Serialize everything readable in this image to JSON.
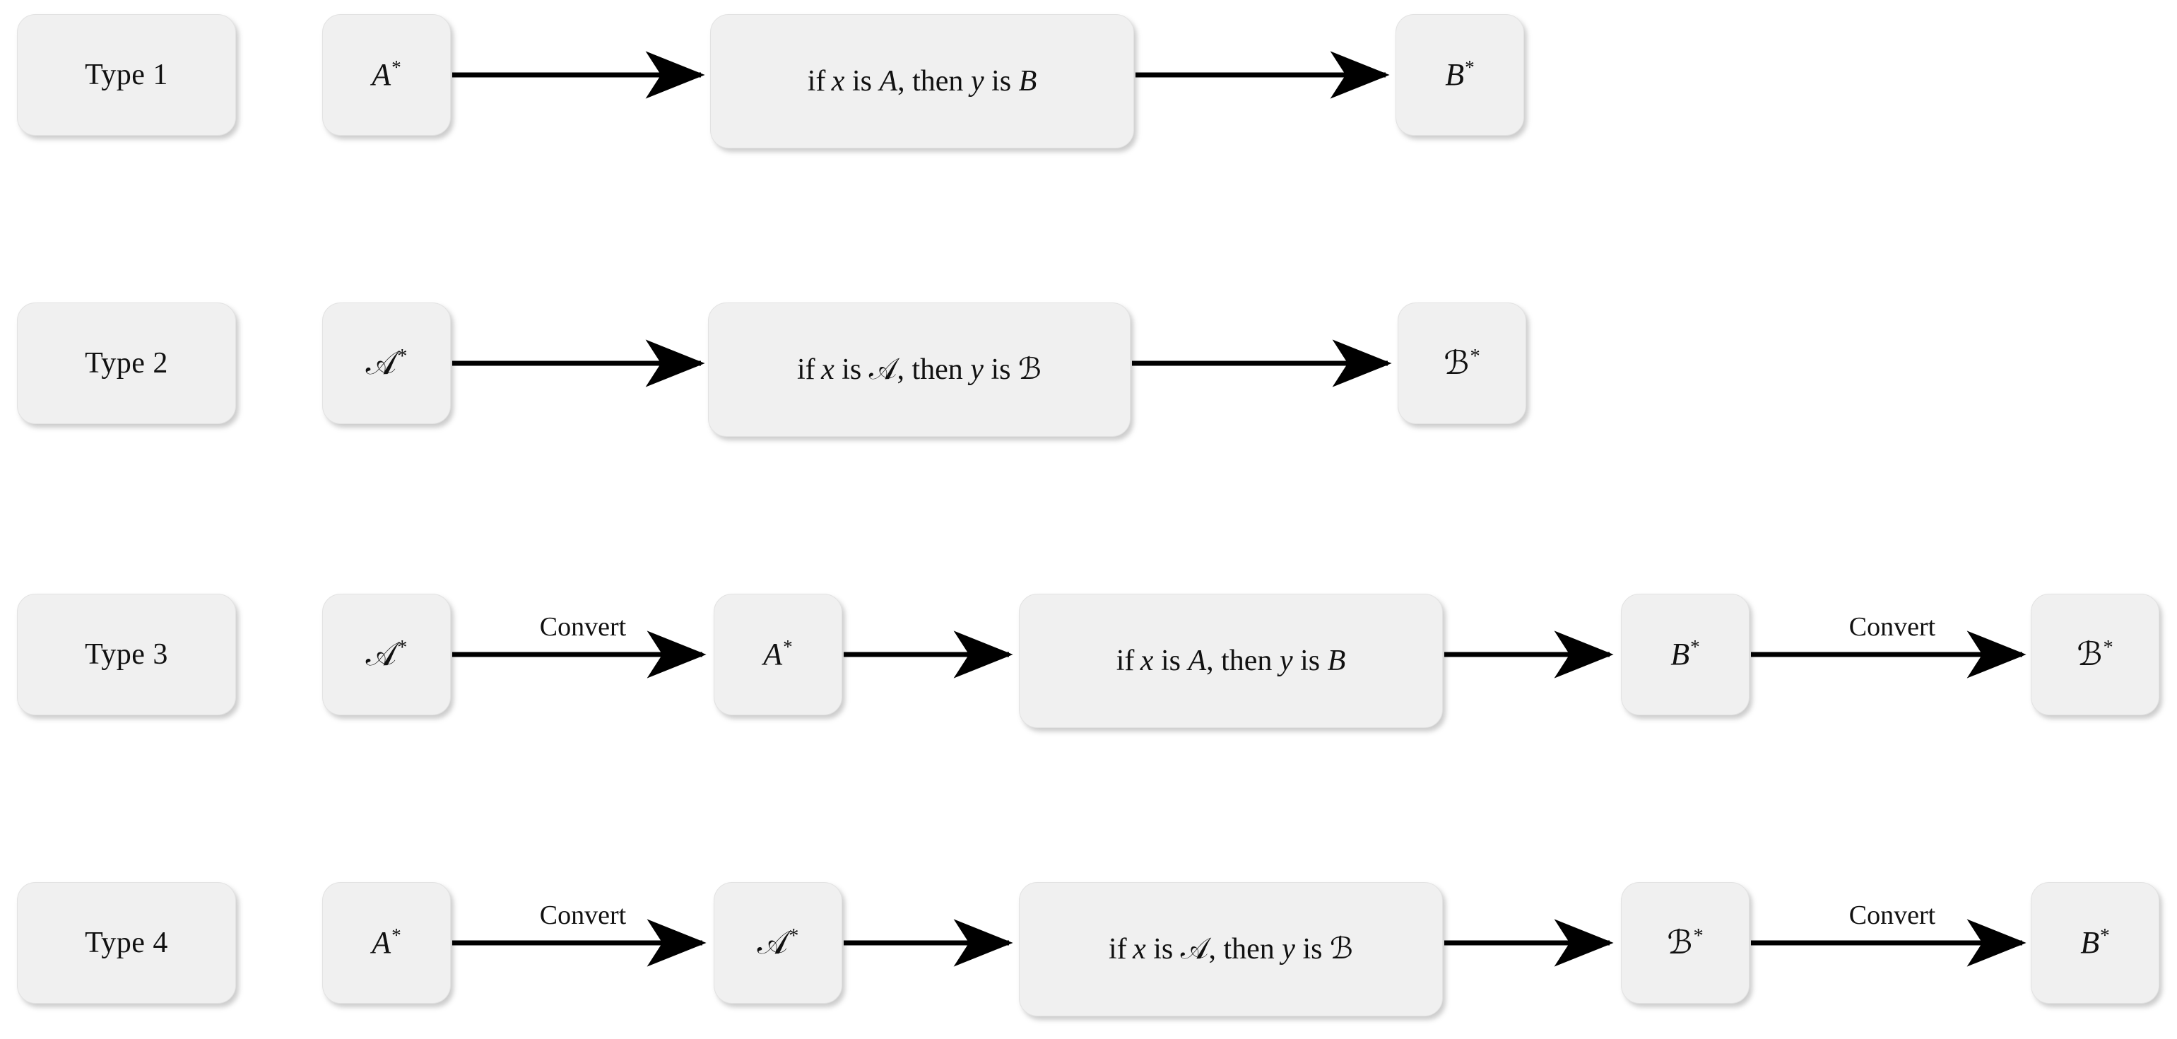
{
  "figure": {
    "background_color": "#ffffff",
    "node_fill_color": "#f0f0f0",
    "node_border_color": "#e2e2e2",
    "arrow_color": "#000000",
    "text_color": "#111111"
  },
  "edge_label_text": "Convert",
  "rows": [
    {
      "type_label": "Type 1",
      "nodes": [
        {
          "id": "r1-antecedent",
          "text": "A*",
          "style": "italic"
        },
        {
          "id": "r1-rule",
          "text": "if x is A, then y is B",
          "style": "rule-italic"
        },
        {
          "id": "r1-consequent",
          "text": "B*",
          "style": "italic"
        }
      ],
      "edges": [
        {
          "from": "r1-antecedent",
          "to": "r1-rule",
          "label": ""
        },
        {
          "from": "r1-rule",
          "to": "r1-consequent",
          "label": ""
        }
      ]
    },
    {
      "type_label": "Type 2",
      "nodes": [
        {
          "id": "r2-antecedent",
          "text": "𝒜*",
          "style": "script"
        },
        {
          "id": "r2-rule",
          "text": "if x is 𝒜, then y is ℬ",
          "style": "rule-script"
        },
        {
          "id": "r2-consequent",
          "text": "ℬ*",
          "style": "script"
        }
      ],
      "edges": [
        {
          "from": "r2-antecedent",
          "to": "r2-rule",
          "label": ""
        },
        {
          "from": "r2-rule",
          "to": "r2-consequent",
          "label": ""
        }
      ]
    },
    {
      "type_label": "Type 3",
      "nodes": [
        {
          "id": "r3-antecedent-script",
          "text": "𝒜*",
          "style": "script"
        },
        {
          "id": "r3-antecedent-italic",
          "text": "A*",
          "style": "italic"
        },
        {
          "id": "r3-rule",
          "text": "if x is A, then y is B",
          "style": "rule-italic"
        },
        {
          "id": "r3-consequent-italic",
          "text": "B*",
          "style": "italic"
        },
        {
          "id": "r3-consequent-script",
          "text": "ℬ*",
          "style": "script"
        }
      ],
      "edges": [
        {
          "from": "r3-antecedent-script",
          "to": "r3-antecedent-italic",
          "label": "Convert"
        },
        {
          "from": "r3-antecedent-italic",
          "to": "r3-rule",
          "label": ""
        },
        {
          "from": "r3-rule",
          "to": "r3-consequent-italic",
          "label": ""
        },
        {
          "from": "r3-consequent-italic",
          "to": "r3-consequent-script",
          "label": "Convert"
        }
      ]
    },
    {
      "type_label": "Type 4",
      "nodes": [
        {
          "id": "r4-antecedent-italic",
          "text": "A*",
          "style": "italic"
        },
        {
          "id": "r4-antecedent-script",
          "text": "𝒜*",
          "style": "script"
        },
        {
          "id": "r4-rule",
          "text": "if x is 𝒜, then y is ℬ",
          "style": "rule-script"
        },
        {
          "id": "r4-consequent-script",
          "text": "ℬ*",
          "style": "script"
        },
        {
          "id": "r4-consequent-italic",
          "text": "B*",
          "style": "italic"
        }
      ],
      "edges": [
        {
          "from": "r4-antecedent-italic",
          "to": "r4-antecedent-script",
          "label": "Convert"
        },
        {
          "from": "r4-antecedent-script",
          "to": "r4-rule",
          "label": ""
        },
        {
          "from": "r4-rule",
          "to": "r4-consequent-script",
          "label": ""
        },
        {
          "from": "r4-consequent-script",
          "to": "r4-consequent-italic",
          "label": "Convert"
        }
      ]
    }
  ],
  "labels": {
    "type1": "Type 1",
    "type2": "Type 2",
    "type3": "Type 3",
    "type4": "Type 4",
    "convert": "Convert"
  },
  "rule_parts": {
    "if": "if",
    "x": "x",
    "is1": "is",
    "A": "A",
    "A_script": "𝒜",
    "comma_then": ", then",
    "y": "y",
    "is2": "is",
    "B": "B",
    "B_script": "ℬ"
  },
  "terms": {
    "A_star": "A",
    "B_star": "B",
    "A_script_star": "𝒜",
    "B_script_star": "ℬ",
    "star": "*"
  }
}
